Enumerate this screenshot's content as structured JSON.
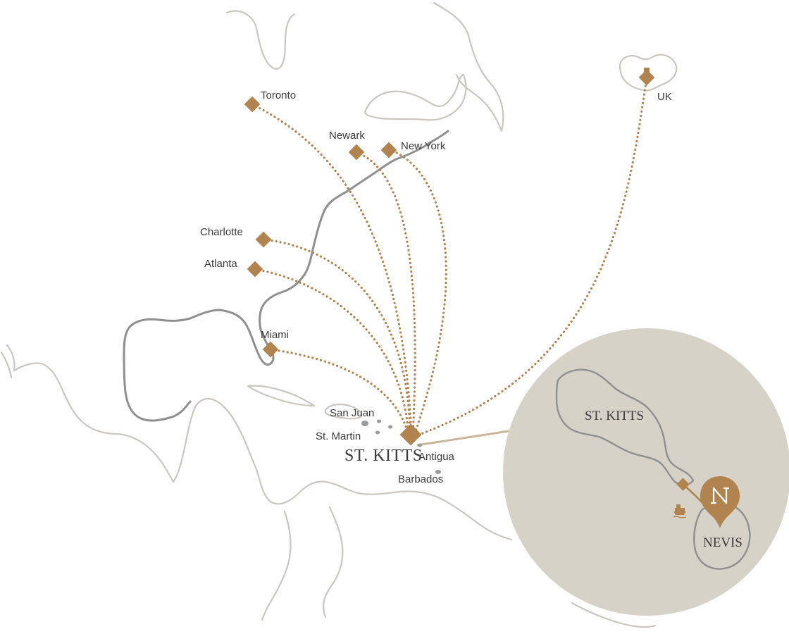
{
  "colors": {
    "accent": "#b0834f",
    "coastline_light": "#c9c7c0",
    "coastline_dark": "#8f8f8f",
    "inset_background": "#d6d2c8",
    "text": "#3a3a3a"
  },
  "hub": {
    "label": "ST. KITTS"
  },
  "origins": [
    {
      "id": "toronto",
      "label": "Toronto"
    },
    {
      "id": "newark",
      "label": "Newark"
    },
    {
      "id": "new-york",
      "label": "New York"
    },
    {
      "id": "charlotte",
      "label": "Charlotte"
    },
    {
      "id": "atlanta",
      "label": "Atlanta"
    },
    {
      "id": "miami",
      "label": "Miami"
    },
    {
      "id": "uk",
      "label": "UK"
    }
  ],
  "nearby_islands": [
    {
      "id": "san-juan",
      "label": "San Juan"
    },
    {
      "id": "st-martin",
      "label": "St. Martin"
    },
    {
      "id": "antigua",
      "label": "Antigua"
    },
    {
      "id": "barbados",
      "label": "Barbados"
    }
  ],
  "inset": {
    "island_1": "ST. KITTS",
    "island_2": "NEVIS",
    "pin_icon": "nevis-logo-pin-icon",
    "ferry_icon": "ferry-icon"
  }
}
